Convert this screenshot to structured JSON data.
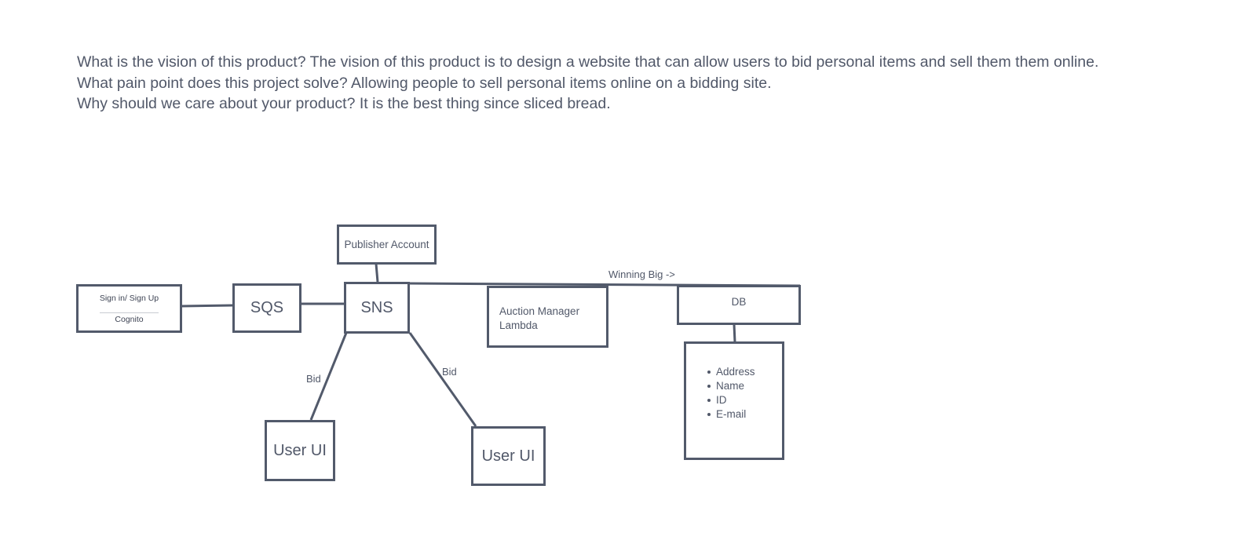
{
  "intro": {
    "line1": "What is the vision of this product? The vision of this product is to design a website that can allow users to bid personal items and sell them them online.",
    "line2": "What pain point does this project solve? Allowing people to sell personal items online on a bidding site.",
    "line3": "Why should we care about your product? It is the best thing since sliced bread."
  },
  "diagram": {
    "signin_label": "Sign in/ Sign Up",
    "cognito_label": "Cognito",
    "sqs_label": "SQS",
    "sns_label": "SNS",
    "publisher_label": "Publisher Account",
    "auction_label": "Auction Manager Lambda",
    "db_label": "DB",
    "user_ui_left_label": "User UI",
    "user_ui_right_label": "User UI",
    "bid_left_label": "Bid",
    "bid_right_label": "Bid",
    "winning_label": "Winning Big ->",
    "db_fields": [
      "Address",
      "Name",
      "ID",
      "E-mail"
    ]
  },
  "colors": {
    "stroke": "#525a6b",
    "text": "#515869"
  }
}
